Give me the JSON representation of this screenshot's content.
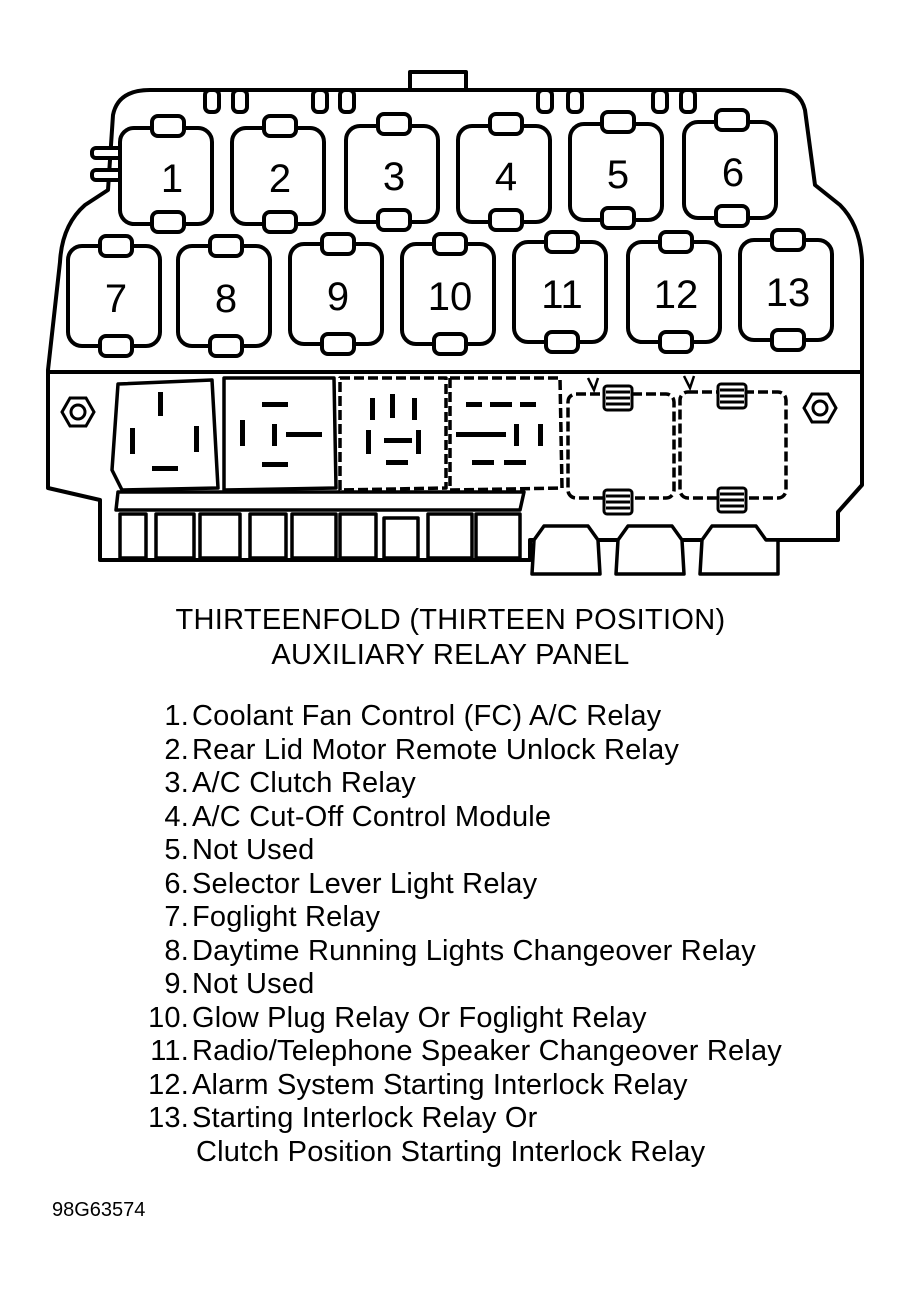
{
  "diagram": {
    "relay_positions": [
      "1",
      "2",
      "3",
      "4",
      "5",
      "6",
      "7",
      "8",
      "9",
      "10",
      "11",
      "12",
      "13"
    ]
  },
  "caption": {
    "line1": "THIRTEENFOLD (THIRTEEN POSITION)",
    "line2": "AUXILIARY RELAY PANEL"
  },
  "legend": [
    {
      "num": "1.",
      "text": "Coolant Fan Control (FC) A/C Relay"
    },
    {
      "num": "2.",
      "text": "Rear Lid Motor Remote Unlock Relay"
    },
    {
      "num": "3.",
      "text": "A/C Clutch Relay"
    },
    {
      "num": "4.",
      "text": "A/C Cut-Off Control Module"
    },
    {
      "num": "5.",
      "text": "Not Used"
    },
    {
      "num": "6.",
      "text": "Selector Lever Light Relay"
    },
    {
      "num": "7.",
      "text": "Foglight Relay"
    },
    {
      "num": "8.",
      "text": "Daytime Running Lights Changeover Relay"
    },
    {
      "num": "9.",
      "text": "Not Used"
    },
    {
      "num": "10.",
      "text": "Glow Plug Relay Or Foglight Relay"
    },
    {
      "num": "11.",
      "text": "Radio/Telephone Speaker Changeover Relay"
    },
    {
      "num": "12.",
      "text": "Alarm System Starting Interlock Relay"
    },
    {
      "num": "13.",
      "text": "Starting Interlock Relay Or",
      "continuation": "Clutch Position Starting Interlock Relay"
    }
  ],
  "figure_id": "98G63574"
}
